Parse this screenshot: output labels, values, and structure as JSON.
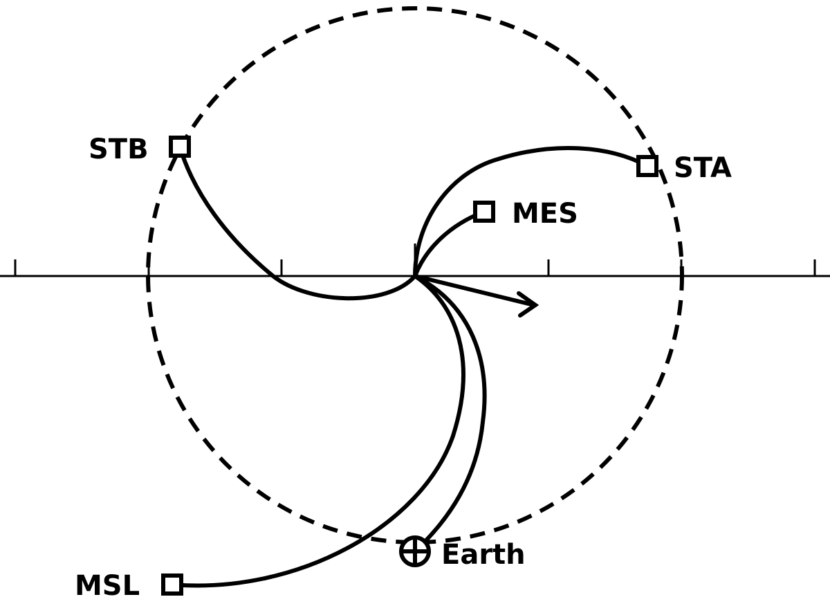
{
  "labels": {
    "stb": "STB",
    "sta": "STA",
    "mes": "MES",
    "earth": "Earth",
    "msl": "MSL"
  },
  "colors": {
    "stroke": "#000000",
    "background": "#ffffff"
  },
  "icons": {
    "spacecraft": "square-marker-icon",
    "earth": "earth-symbol-icon",
    "direction": "arrow-icon"
  }
}
